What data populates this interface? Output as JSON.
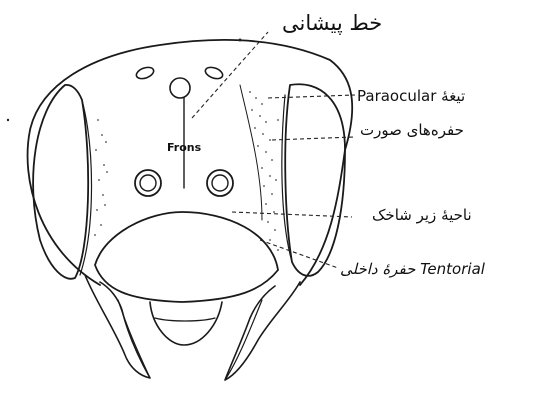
{
  "labels": {
    "frons_line": "خط پیشانی",
    "paraocular": "Paraocular تیغهٔ",
    "face_pits": "حفره‌های صورت",
    "frons": "Frons",
    "subantennal": "ناحیهٔ زیر شاخک",
    "tentorial": "حفرهٔ داخلی Tentorial"
  }
}
